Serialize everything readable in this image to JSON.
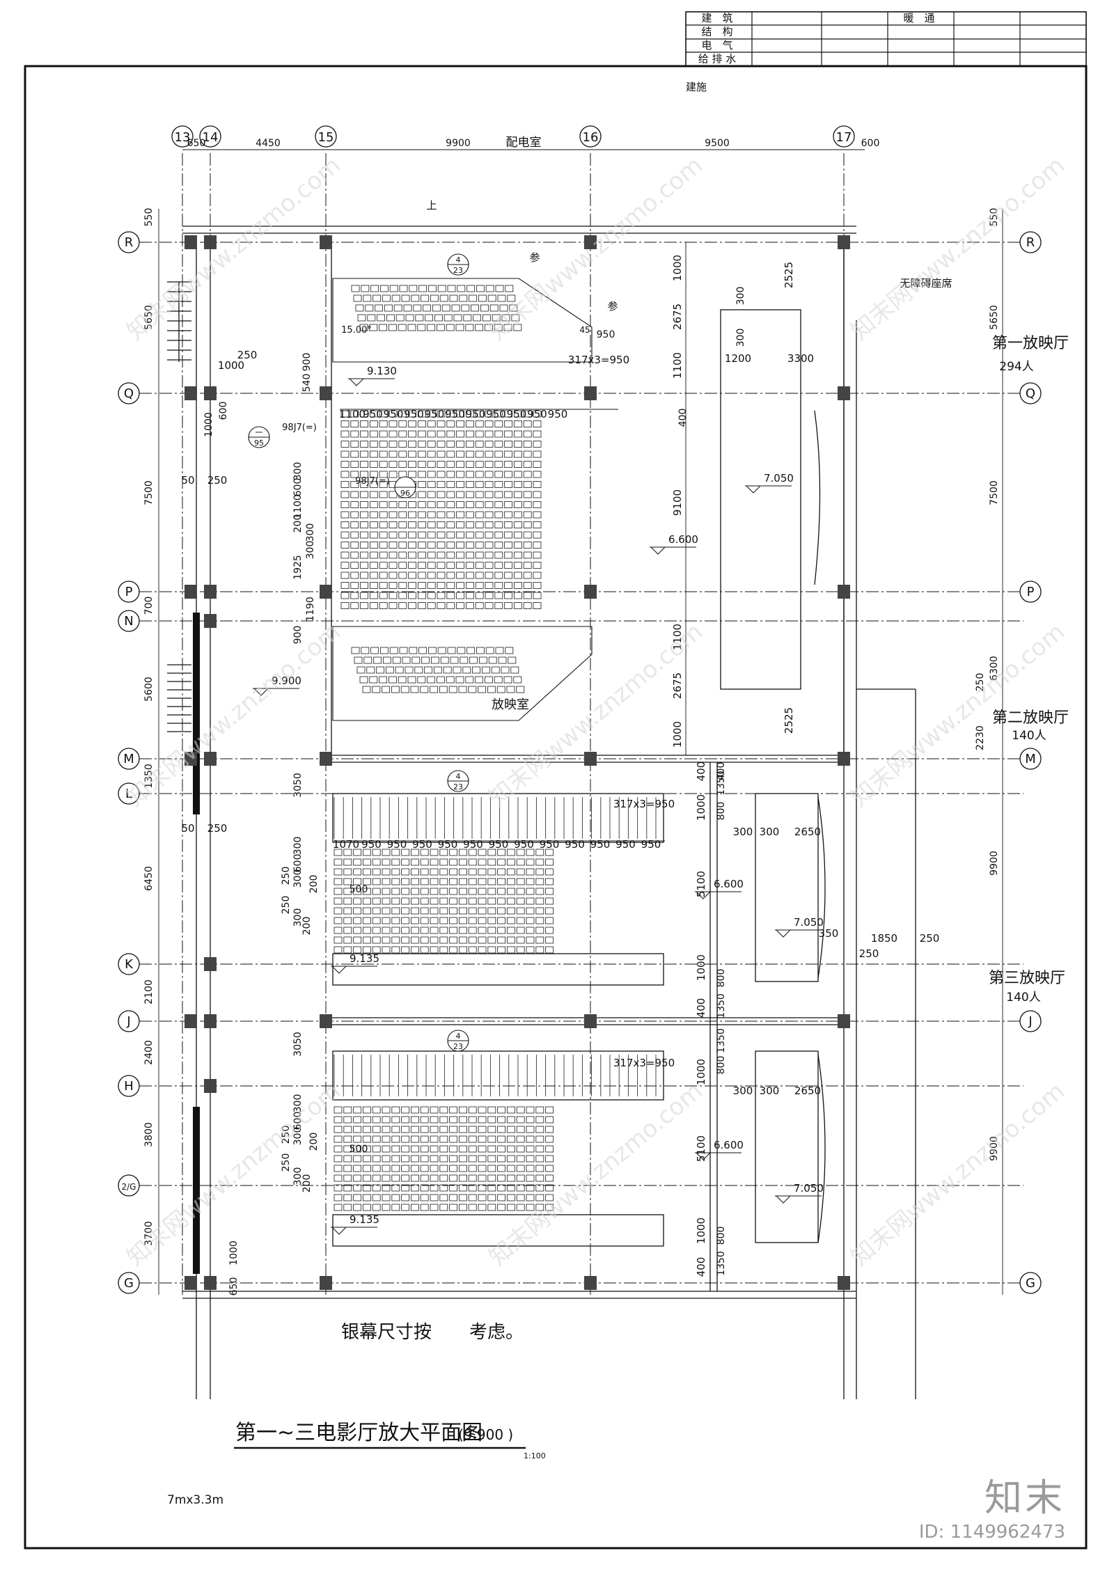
{
  "title_block": {
    "rows": [
      {
        "left": "建　筑",
        "right": "暖　通"
      },
      {
        "left": "结　构",
        "right": ""
      },
      {
        "left": "电　气",
        "right": ""
      },
      {
        "left": "给 排 水",
        "right": ""
      }
    ]
  },
  "header_note": "建施",
  "axes_top": [
    "13",
    "14",
    "15",
    "16",
    "17"
  ],
  "top_dims": [
    "650",
    "4450",
    "9900",
    "9500",
    "600"
  ],
  "room_names": {
    "power_room": "配电室",
    "projection_room": "放映室",
    "accessible_seats": "无障碍座席",
    "ref1": "参",
    "ref2": "参",
    "up_mark": "上"
  },
  "axes_rows": [
    "R",
    "Q",
    "P",
    "N",
    "M",
    "L",
    "K",
    "J",
    "H",
    "2/G",
    "G"
  ],
  "left_dims": [
    "550",
    "5650",
    "7500",
    "700",
    "5600",
    "1350",
    "6450",
    "2100",
    "2400",
    "3800",
    "3700"
  ],
  "right_dims": [
    "550",
    "5650",
    "7500",
    "6300",
    "2230",
    "250",
    "9900",
    "9900"
  ],
  "halls": [
    {
      "name": "第一放映厅",
      "capacity": "294人"
    },
    {
      "name": "第二放映厅",
      "capacity": "140人"
    },
    {
      "name": "第三放映厅",
      "capacity": "140人"
    }
  ],
  "levels": {
    "l1": "9.130",
    "l2": "7.050",
    "l3": "6.600",
    "l4": "9.900",
    "l5": "6.600",
    "l6": "7.050",
    "l7": "9.135",
    "l8": "6.600",
    "l9": "7.050",
    "l10": "9.135"
  },
  "hall1_dims": {
    "seat_cols": [
      "1100",
      "950",
      "950",
      "950",
      "950",
      "950",
      "950",
      "950",
      "950",
      "950",
      "950"
    ],
    "side_stack": [
      "1000",
      "2675",
      "1100",
      "9100",
      "1100",
      "2675",
      "1000"
    ],
    "stage": [
      "2525",
      "300",
      "300",
      "1200",
      "3300",
      "2525"
    ],
    "angle": "15.00°",
    "angle2": "45",
    "step": "317x3=950",
    "w950": "950",
    "detail": "98J7(=)",
    "detail2": "98J7(=)",
    "left_stack": [
      "900",
      "540",
      "300",
      "600",
      "1100",
      "200",
      "300",
      "300",
      "1925",
      "1190",
      "900"
    ],
    "misc": [
      "250",
      "1000",
      "600",
      "1000",
      "50",
      "250"
    ],
    "top400": "400"
  },
  "hall2_dims": {
    "seat_cols": [
      "1070",
      "950",
      "950",
      "950",
      "950",
      "950",
      "950",
      "950",
      "950",
      "950",
      "950",
      "950",
      "950"
    ],
    "side_stack": [
      "400",
      "1000",
      "5100",
      "1000",
      "400"
    ],
    "side_stack2": [
      "400",
      "1350",
      "800",
      "800",
      "1350"
    ],
    "stage": [
      "300",
      "300",
      "2650",
      "350",
      "1850",
      "250",
      "250"
    ],
    "step": "317x3=950",
    "left_stack": [
      "3050",
      "300",
      "600",
      "300",
      "250",
      "200",
      "250",
      "300",
      "200"
    ],
    "misc": [
      "50",
      "250"
    ]
  },
  "hall3_dims": {
    "side_stack": [
      "1000",
      "5100",
      "1000",
      "400"
    ],
    "side_stack2": [
      "1350",
      "800",
      "800",
      "1350"
    ],
    "stage": [
      "300",
      "300",
      "2650"
    ],
    "step": "317x3=950",
    "left_stack": [
      "3050",
      "300",
      "600",
      "300",
      "250",
      "200",
      "250",
      "300",
      "200"
    ],
    "misc": [
      "650",
      "1000",
      "500",
      "500"
    ]
  },
  "detail_tags": [
    {
      "num": "4",
      "sheet": "23"
    },
    {
      "num": "4",
      "sheet": "23"
    },
    {
      "num": "4",
      "sheet": "23"
    },
    {
      "num": "一",
      "sheet": "95"
    },
    {
      "num": "",
      "sheet": "96"
    }
  ],
  "screen_note_a": "银幕尺寸按",
  "screen_note_b": "考虑。",
  "drawing_title": "第一~三电影厅放大平面图",
  "drawing_level": "(9.900  )",
  "scale": "1:100",
  "size_note": "7mx3.3m",
  "brand": "知末",
  "brand_id": "ID: 1149962473",
  "watermark": "知末网www.znzmo.com"
}
